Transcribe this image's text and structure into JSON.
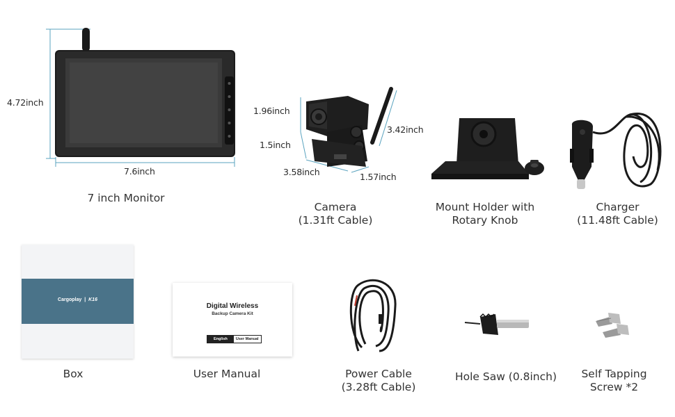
{
  "monitor": {
    "caption": "7 inch Monitor",
    "height_label": "4.72inch",
    "width_label": "7.6inch"
  },
  "camera": {
    "caption_line1": "Camera",
    "caption_line2": "(1.31ft Cable)",
    "dim_top": "1.96inch",
    "dim_mid": "1.5inch",
    "dim_right": "3.42inch",
    "dim_bottom_left": "3.58inch",
    "dim_bottom_right": "1.57inch"
  },
  "mount": {
    "caption_line1": "Mount Holder with",
    "caption_line2": "Rotary Knob"
  },
  "charger": {
    "caption_line1": "Charger",
    "caption_line2": "(11.48ft Cable)"
  },
  "box": {
    "caption": "Box",
    "brand_text": "Cargoplay",
    "model_text": "K16"
  },
  "manual": {
    "caption": "User Manual",
    "title_line1": "Digital Wireless",
    "title_line2": "Backup Camera Kit",
    "tab_english": "English",
    "tab_user_manual": "User Manual"
  },
  "power_cable": {
    "caption_line1": "Power Cable",
    "caption_line2": "(3.28ft Cable)"
  },
  "hole_saw": {
    "caption": "Hole Saw (0.8inch)"
  },
  "screws": {
    "caption_line1": "Self Tapping",
    "caption_line2": "Screw *2"
  },
  "colors": {
    "device_black": "#1c1c1c",
    "box_band": "#4a7389",
    "dimension_line": "#5aa3bf"
  }
}
